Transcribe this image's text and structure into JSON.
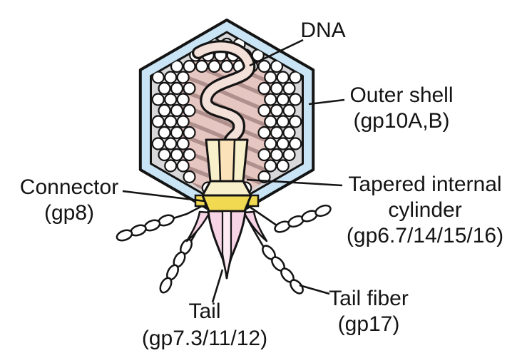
{
  "diagram": {
    "labels": {
      "dna": "DNA",
      "outer_shell": {
        "line1": "Outer shell",
        "line2": "(gp10A,B)"
      },
      "connector": {
        "line1": "Connector",
        "line2": "(gp8)"
      },
      "tapered_internal_cylinder": {
        "line1": "Tapered internal",
        "line2": "cylinder",
        "line3": "(gp6.7/14/15/16)"
      },
      "tail": {
        "line1": "Tail",
        "line2": "(gp7.3/11/12)"
      },
      "tail_fiber": {
        "line1": "Tail fiber",
        "line2": "(gp17)"
      }
    },
    "colors": {
      "outer_shell_fill": "#c9e4f5",
      "inner_shell_fill": "#d8d8da",
      "dna_coil_fill": "#e6c6c0",
      "dna_coil_stripe": "#b0908c",
      "dna_tube": "#f3e0d8",
      "capsomer_fill": "#ffffff",
      "cylinder_fill": "#f8f0cb",
      "cylinder_core_fill": "#fbe2b8",
      "connector_fill": "#f1da52",
      "tail_fill": "#f7d4e5",
      "tail_core_fill": "#fce9f2",
      "outline": "#141414"
    }
  }
}
